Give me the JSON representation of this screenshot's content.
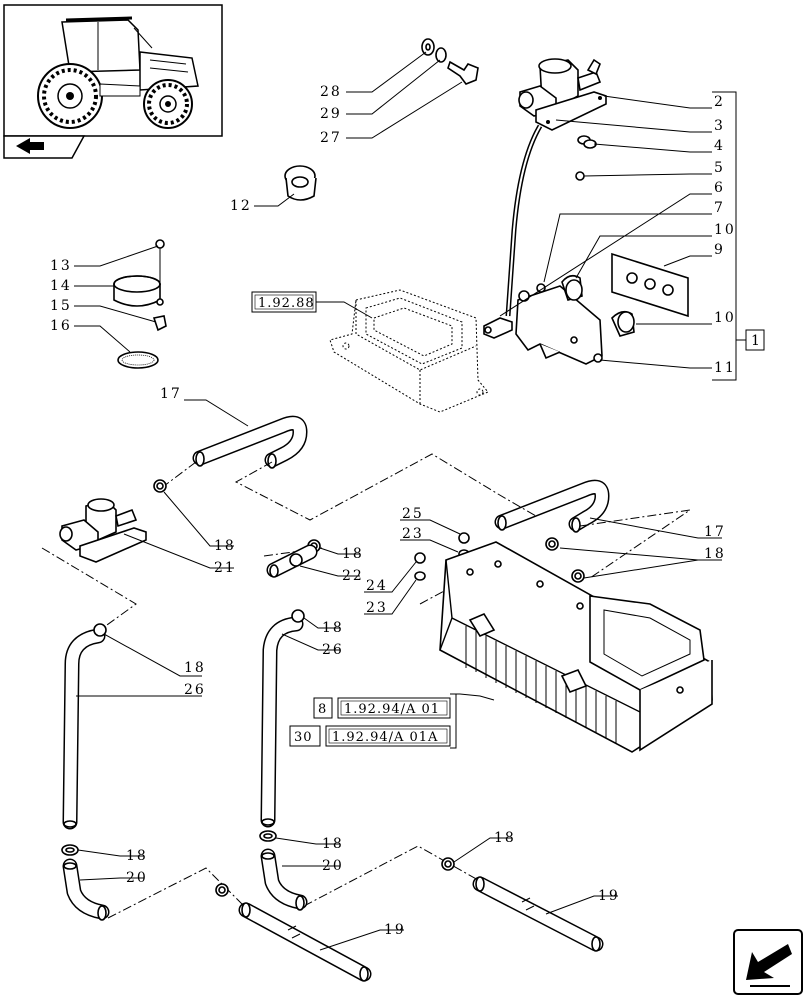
{
  "callouts": {
    "c28": "28",
    "c29": "29",
    "c27": "27",
    "c12": "12",
    "c13": "13",
    "c14": "14",
    "c15": "15",
    "c16": "16",
    "c2": "2",
    "c3": "3",
    "c4": "4",
    "c5": "5",
    "c6": "6",
    "c7": "7",
    "c10a": "10",
    "c9": "9",
    "c10b": "10",
    "c11": "11",
    "c1": "1",
    "c17a": "17",
    "c18a": "18",
    "c21": "21",
    "c18b": "18",
    "c22": "22",
    "c18c": "18",
    "c26a": "26",
    "c18d": "18",
    "c26b": "26",
    "c25": "25",
    "c23a": "23",
    "c24": "24",
    "c23b": "23",
    "c17b": "17",
    "c18e": "18",
    "c18f": "18",
    "c20a": "20",
    "c18g": "18",
    "c20b": "20",
    "c18h": "18",
    "c19a": "19",
    "c19b": "19"
  },
  "references": {
    "ref_engine_cover": "1.92.88",
    "ref_heater_qty1": "8",
    "ref_heater_code1": "1.92.94/A 01",
    "ref_heater_qty2": "30",
    "ref_heater_code2": "1.92.94/A 01A"
  },
  "colors": {
    "ink": "#000000",
    "paper": "#ffffff"
  },
  "icons": [
    "tractor-thumbnail",
    "direction-arrow-icon",
    "navigation-arrow-icon"
  ]
}
